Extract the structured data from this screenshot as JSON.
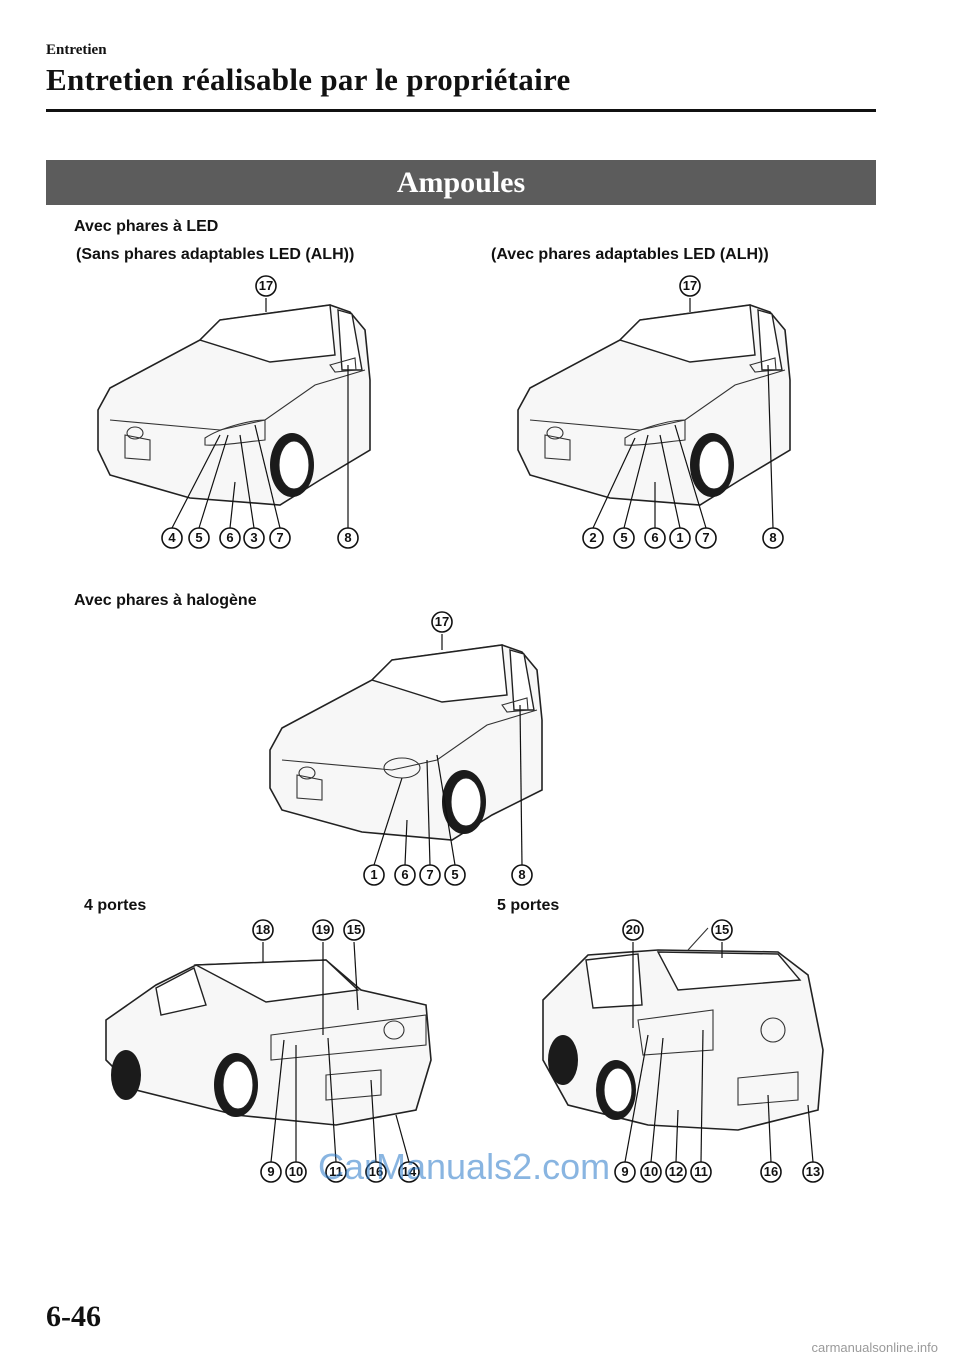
{
  "header": {
    "kicker": "Entretien",
    "title": "Entretien réalisable par le propriétaire"
  },
  "banner": "Ampoules",
  "captions": {
    "led": "Avec phares à LED",
    "led_no_alh": "(Sans phares adaptables LED (ALH))",
    "led_alh": "(Avec phares adaptables LED (ALH))",
    "halogen": "Avec phares à halogène",
    "four_door": "4 portes",
    "five_door": "5 portes"
  },
  "figures": {
    "led_no_alh": {
      "top": "17",
      "bottom": [
        "4",
        "5",
        "6",
        "3",
        "7",
        "8"
      ]
    },
    "led_alh": {
      "top": "17",
      "bottom": [
        "2",
        "5",
        "6",
        "1",
        "7",
        "8"
      ]
    },
    "halogen": {
      "top": "17",
      "bottom": [
        "1",
        "6",
        "7",
        "5",
        "8"
      ]
    },
    "four_door": {
      "top": [
        "18",
        "19",
        "15"
      ],
      "bottom": [
        "9",
        "10",
        "11",
        "16",
        "14"
      ]
    },
    "five_door": {
      "top": [
        "20",
        "15"
      ],
      "bottom": [
        "9",
        "10",
        "12",
        "11",
        "16",
        "13"
      ]
    }
  },
  "page_number": "6-46",
  "watermark": "CarManuals2.com",
  "footer_watermark": "carmanualsonline.info"
}
